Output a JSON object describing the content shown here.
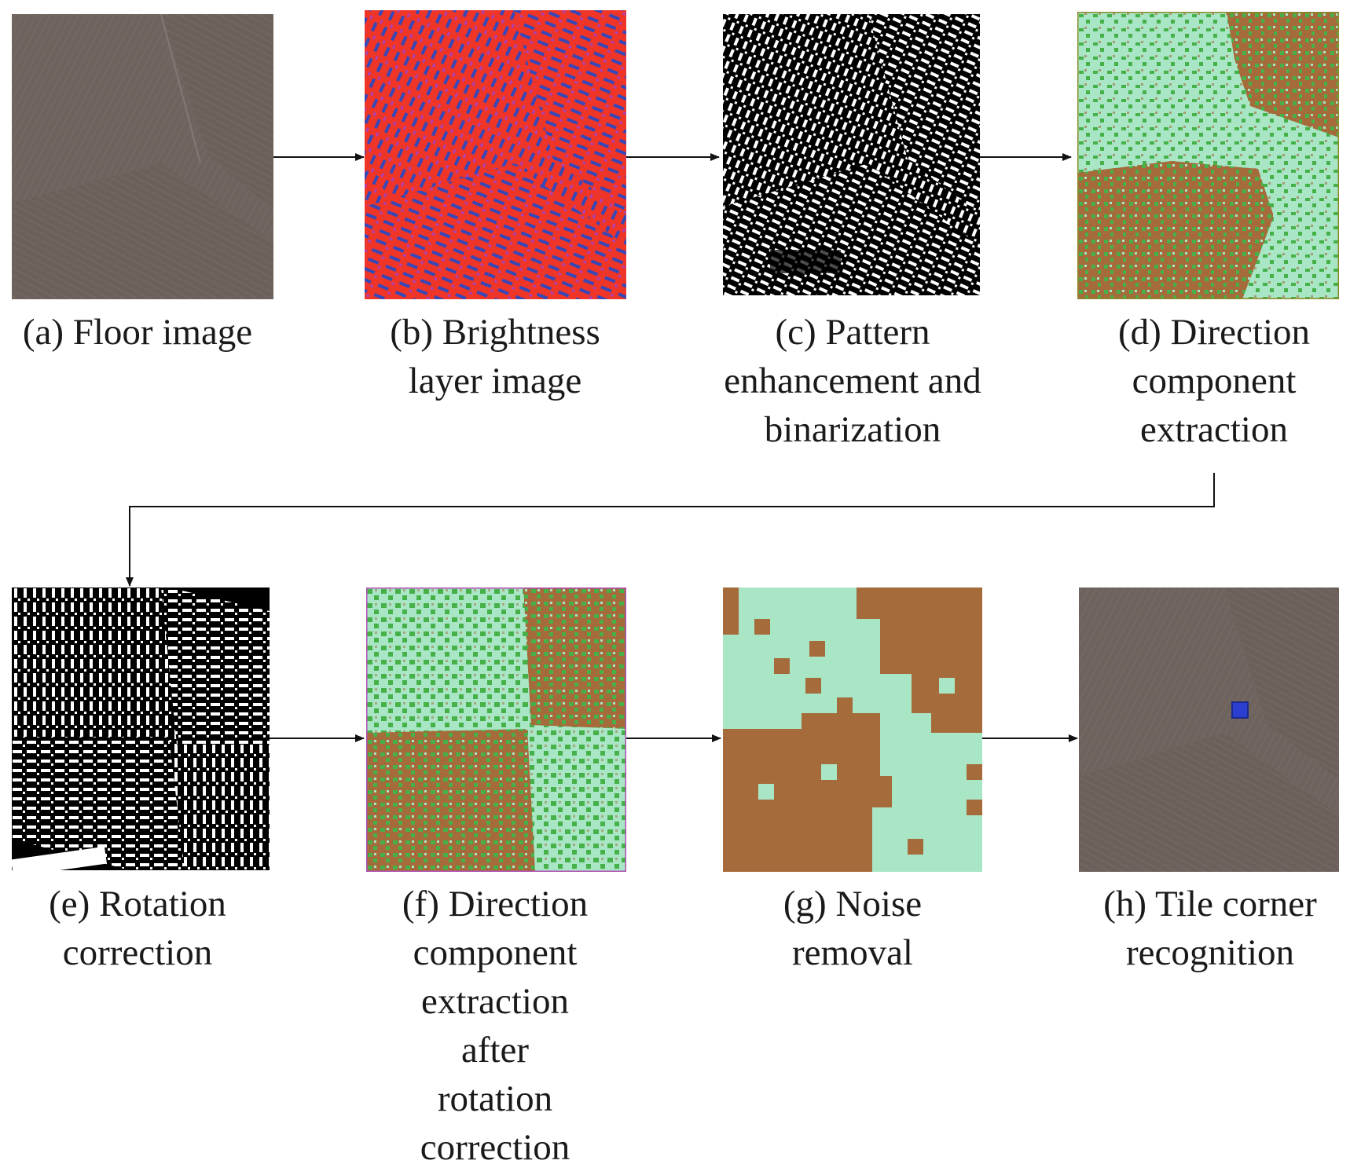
{
  "figure": {
    "panels": [
      {
        "id": "a",
        "caption_lines": [
          "(a) Floor image"
        ],
        "kind": "floor-photo"
      },
      {
        "id": "b",
        "caption_lines": [
          "(b) Brightness",
          "layer image"
        ],
        "kind": "brightness-map"
      },
      {
        "id": "c",
        "caption_lines": [
          "(c) Pattern",
          "enhancement and",
          "binarization"
        ],
        "kind": "binary-pattern"
      },
      {
        "id": "d",
        "caption_lines": [
          "(d) Direction",
          "component",
          "extraction"
        ],
        "kind": "direction-map"
      },
      {
        "id": "e",
        "caption_lines": [
          "(e) Rotation",
          "correction"
        ],
        "kind": "rotated-binary"
      },
      {
        "id": "f",
        "caption_lines": [
          "(f) Direction",
          "component",
          "extraction",
          "after",
          "rotation",
          "correction"
        ],
        "kind": "direction-map-rotated"
      },
      {
        "id": "g",
        "caption_lines": [
          "(g) Noise",
          "removal"
        ],
        "kind": "denoised-blocks"
      },
      {
        "id": "h",
        "caption_lines": [
          "(h) Tile corner",
          "recognition"
        ],
        "kind": "corner-marked-photo"
      }
    ],
    "colors": {
      "floor_gray": "#6e625d",
      "brightness_red": "#ee3528",
      "brightness_blue": "#3747b8",
      "direction_light": "#a8e6c6",
      "direction_brown": "#a56b3a",
      "direction_green": "#46b148",
      "corner_marker": "#2a3fd0",
      "arrow": "#111111"
    }
  }
}
